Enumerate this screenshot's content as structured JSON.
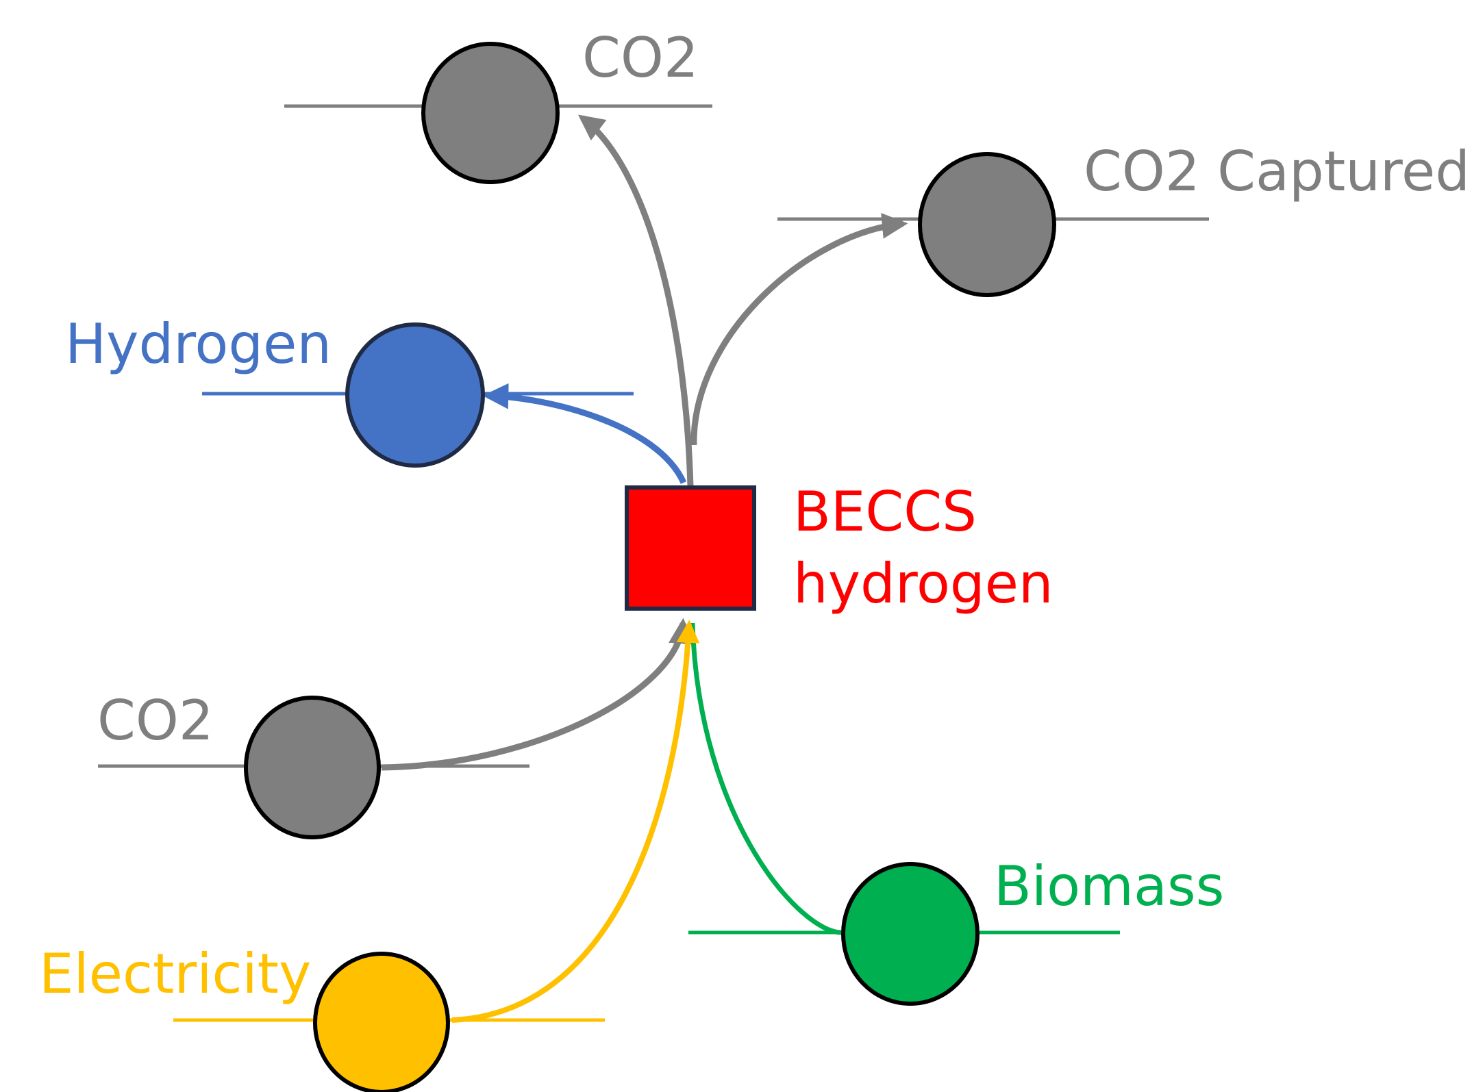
{
  "diagram": {
    "process": {
      "label_line1": "BECCS",
      "label_line2": "hydrogen",
      "color": "#ff0000",
      "border_color": "#1f2a44"
    },
    "nodes": {
      "co2_output": {
        "label": "CO2",
        "color": "#7f7f7f",
        "text_color": "#7f7f7f"
      },
      "co2_captured": {
        "label": "CO2 Captured",
        "color": "#7f7f7f",
        "text_color": "#7f7f7f"
      },
      "hydrogen": {
        "label": "Hydrogen",
        "color": "#4472c4",
        "text_color": "#4472c4"
      },
      "co2_input": {
        "label": "CO2",
        "color": "#7f7f7f",
        "text_color": "#7f7f7f"
      },
      "biomass": {
        "label": "Biomass",
        "color": "#00b050",
        "text_color": "#00b050"
      },
      "electricity": {
        "label": "Electricity",
        "color": "#ffc000",
        "text_color": "#ffc000"
      }
    },
    "flows": [
      {
        "from": "BECCS hydrogen",
        "to": "CO2",
        "color": "#7f7f7f"
      },
      {
        "from": "BECCS hydrogen",
        "to": "CO2 Captured",
        "color": "#7f7f7f"
      },
      {
        "from": "BECCS hydrogen",
        "to": "Hydrogen",
        "color": "#4472c4"
      },
      {
        "from": "CO2",
        "to": "BECCS hydrogen",
        "color": "#7f7f7f"
      },
      {
        "from": "Electricity",
        "to": "BECCS hydrogen",
        "color": "#ffc000"
      },
      {
        "from": "Biomass",
        "to": "BECCS hydrogen",
        "color": "#00b050"
      }
    ]
  }
}
